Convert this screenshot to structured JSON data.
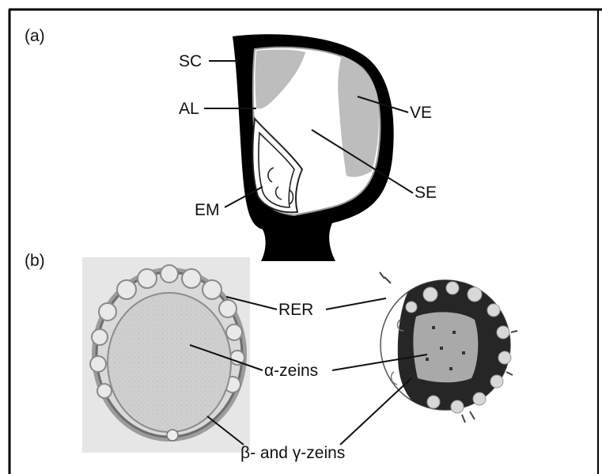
{
  "panels": {
    "a": {
      "label": "(a)",
      "annotations": {
        "sc": "SC",
        "al": "AL",
        "em": "EM",
        "ve": "VE",
        "se": "SE"
      }
    },
    "b": {
      "label": "(b)",
      "annotations": {
        "rer": "RER",
        "alpha_zeins": "α-zeins",
        "beta_gamma_zeins": "β- and γ-zeins"
      }
    }
  },
  "colors": {
    "frame": "#000000",
    "seed_coat": "#000000",
    "vitreous_endosperm": "#bdbdbd",
    "starchy_endosperm": "#ffffff",
    "micrograph_background": "#e8e8e8",
    "micrograph_protein_body": "#c9c9c9",
    "schematic_dark_region": "#2a2a2a",
    "schematic_core": "#a8a8a8"
  }
}
